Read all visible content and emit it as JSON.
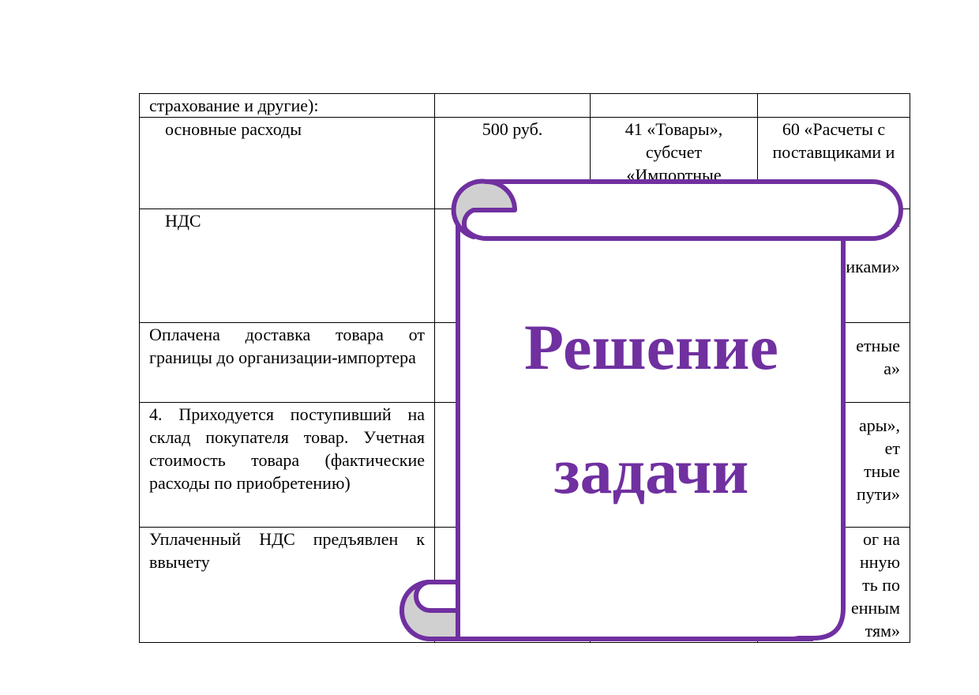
{
  "table": {
    "rows": [
      {
        "desc": "страхование и другие):",
        "amount": "",
        "debit": "",
        "credit": ""
      },
      {
        "desc": "основные расходы",
        "amount": "500 руб.",
        "debit": "41 «Товары», субсчет «Импортные",
        "credit": "60 «Расчеты с поставщиками и"
      },
      {
        "desc": "НДС",
        "amount": "",
        "debit": "",
        "credit": "иками\n\nиками»"
      },
      {
        "desc": "Оплачена доставка товара от границы до организации-импортера",
        "amount": "",
        "debit": "",
        "credit": "етные\nа»"
      },
      {
        "desc": "4. Приходуется поступивший на склад покупателя товар. Учетная стоимость товара (фактические расходы по приобретению)",
        "amount": "",
        "debit": "",
        "credit": "ары»,\nет\nтные\nпути»"
      },
      {
        "desc": "Уплаченный НДС предъявлен к ввычету",
        "amount": "",
        "debit": "",
        "credit": "ог на\nнную\nть по\nенным\nтям»"
      }
    ]
  },
  "scroll": {
    "title_line1": "Решение",
    "title_line2": "задачи"
  },
  "colors": {
    "scroll_border": "#7030a0",
    "scroll_fill": "#ffffff",
    "scroll_curl": "#d0d0d0",
    "title": "#7030a0"
  }
}
